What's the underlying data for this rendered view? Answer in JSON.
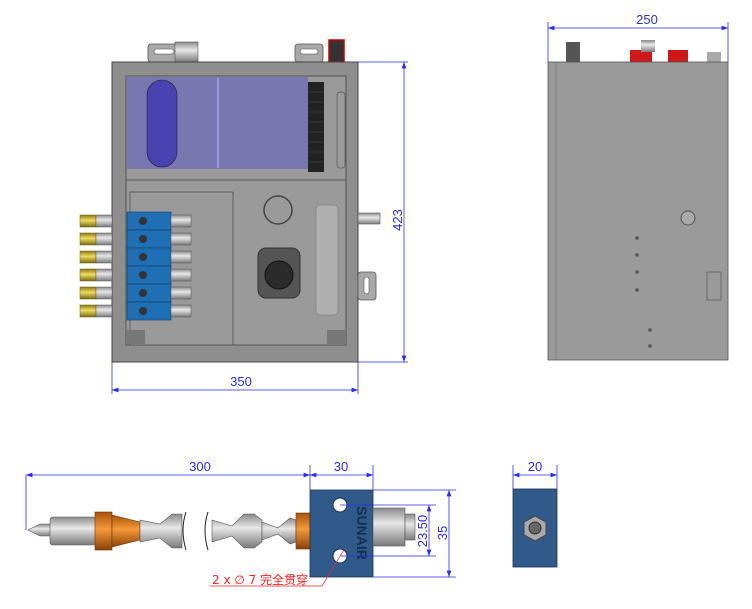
{
  "front_view": {
    "height_dim": "423",
    "width_dim": "350",
    "manifold_outlets": 6
  },
  "side_view": {
    "depth_dim": "250"
  },
  "nozzle_view": {
    "length_dim": "300",
    "block_width_dim": "30",
    "hole_spacing_dim": "23.50",
    "block_height_dim": "35",
    "brand_text": "SUNAIR",
    "hole_note": "2 x ∅ 7 完全贯穿"
  },
  "block_end_view": {
    "thickness_dim": "20"
  },
  "colors": {
    "dimension": "#2a2aff",
    "note": "#ff2020",
    "enclosure": "#8e8e8e",
    "tank": "#7470b4",
    "manifold": "#1f6fb5",
    "block": "#2f5a8a",
    "brass": "#c9b23a",
    "orange": "#e07a1a"
  }
}
